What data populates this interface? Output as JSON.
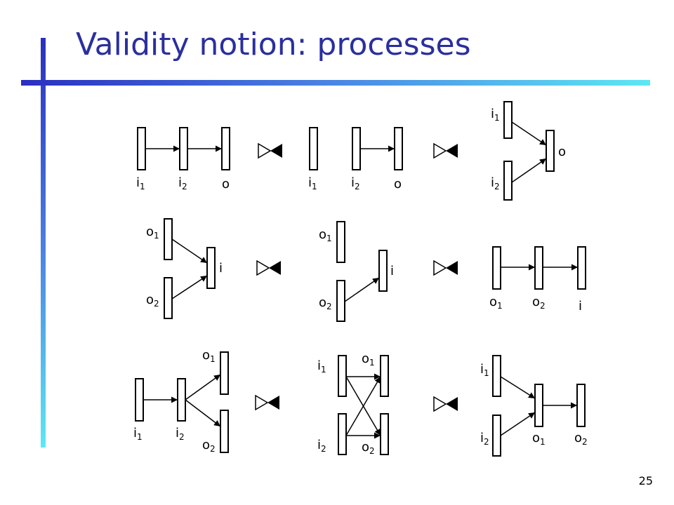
{
  "slide": {
    "title": "Validity notion: processes",
    "page_number": "25"
  },
  "labels": {
    "i": "i",
    "o": "o",
    "sub1": "1",
    "sub2": "2"
  },
  "colors": {
    "title": "#2a2f9e",
    "accent_start": "#2a2fc0",
    "accent_end": "#5ce8f4"
  }
}
